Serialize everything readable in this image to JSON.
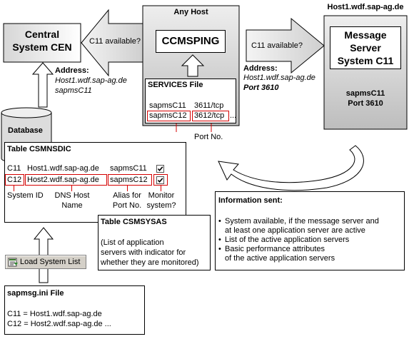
{
  "central": {
    "title_line1": "Central",
    "title_line2": "System CEN"
  },
  "address_cen": {
    "label": "Address:",
    "host": "Host1.wdf.sap-ag.de",
    "service": "sapmsC11"
  },
  "database": {
    "label": "Database"
  },
  "arrow_left": {
    "label": "C11 available?"
  },
  "any_host": {
    "title": "Any Host",
    "ccmsping": "CCMSPING"
  },
  "services": {
    "title": "SERVICES File",
    "rows": [
      {
        "service": "sapmsC11",
        "port": "3611/tcp"
      },
      {
        "service": "sapmsC12",
        "port": "3612/tcp"
      }
    ],
    "ellipsis": "..."
  },
  "port_no": "Port No.",
  "arrow_right": {
    "label": "C11 available?"
  },
  "address_host1": {
    "label": "Address:",
    "host": "Host1.wdf.sap-ag.de",
    "port": "Port 3610"
  },
  "host1": {
    "title": "Host1.wdf.sap-ag.de",
    "ms_line1": "Message",
    "ms_line2": "Server",
    "ms_line3": "System C11",
    "service": "sapmsC11",
    "port": "Port 3610"
  },
  "csmnsdic": {
    "title": "Table CSMNSDIC",
    "rows": [
      {
        "sid": "C11",
        "host": "Host1.wdf.sap-ag.de",
        "alias": "sapmsC11",
        "monitor": true
      },
      {
        "sid": "C12",
        "host": "Host2.wdf.sap-ag.de",
        "alias": "sapmsC12",
        "monitor": true
      }
    ],
    "legend_system_id": "System ID",
    "legend_dns_line1": "DNS Host",
    "legend_dns_line2": "Name",
    "legend_alias_line1": "Alias for",
    "legend_alias_line2": "Port No.",
    "legend_monitor_line1": "Monitor",
    "legend_monitor_line2": "system?"
  },
  "csmsysas": {
    "title": "Table CSMSYSAS",
    "desc_line1": "(List of application",
    "desc_line2": "servers with indicator for",
    "desc_line3": "whether they are monitored)"
  },
  "info": {
    "title": "Information sent:",
    "items": [
      {
        "line1": "System available, if the message server and",
        "line2": "at least one application server are active"
      },
      {
        "line1": "List of the active application servers",
        "line2": ""
      },
      {
        "line1": "Basic performance attributes",
        "line2": "of the active application servers"
      }
    ]
  },
  "load_button": {
    "label": "Load System List"
  },
  "sapmsg": {
    "title": "sapmsg.ini File",
    "lines": [
      "C11 = Host1.wdf.sap-ag.de",
      "C12 = Host2.wdf.sap-ag.de ..."
    ]
  },
  "colors": {
    "highlight_red": "#d40000",
    "panel_gray": "#d9d9d9",
    "arrow_gray": "#e4e4e4"
  }
}
